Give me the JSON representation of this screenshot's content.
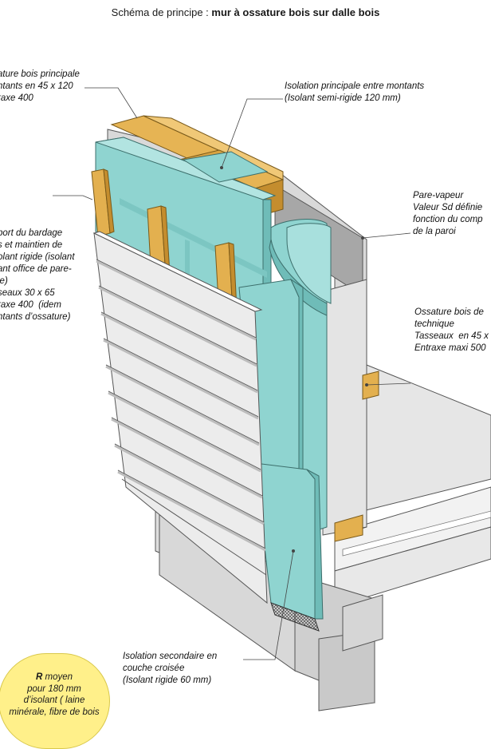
{
  "title": {
    "prefix": "Schéma de principe : ",
    "bold": "mur à ossature bois sur dalle bois"
  },
  "labels": {
    "ossature_principale": "ature bois principale\nntants en 45 x 120\nraxe 400",
    "isolation_principale": "Isolation principale entre montants\n(Isolant semi-rigide 120 mm)",
    "pare_vapeur": "Pare-vapeur\nValeur Sd définie\nfonction du comp\nde la paroi",
    "support_bardage": "port du bardage\ns et maintien de\nolant rigide (isolant\nant office de pare-\nie)\nseaux 30 x 65\nraxe 400  (idem\nntants d’ossature)",
    "ossature_technique": "Ossature bois de\ntechnique\nTasseaux  en 45 x\nEntraxe maxi 500",
    "isolation_secondaire": "Isolation secondaire en\ncouche croisée\n(Isolant rigide 60 mm)"
  },
  "badge": {
    "bold": "R",
    "line1": " moyen",
    "rest": "pour 180 mm\nd’isolant ( laine\nminérale, fibre de bois"
  },
  "colors": {
    "insulation": "#8fd4d0",
    "insulation_dark": "#6fbcb8",
    "wood": "#e3b04f",
    "wood_dark": "#c48d2e",
    "board": "#e2e2e2",
    "cladding": "#ececec",
    "concrete": "#dcdcdc",
    "badge": "#fff08a"
  }
}
